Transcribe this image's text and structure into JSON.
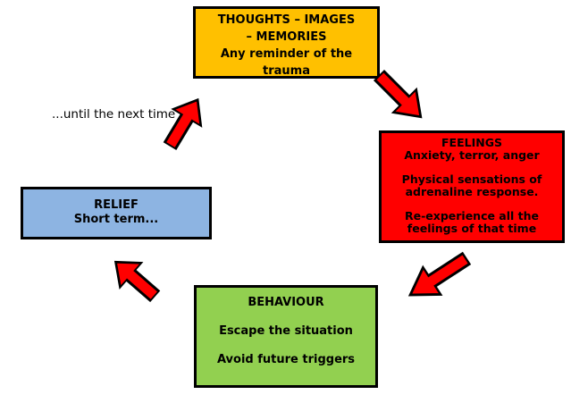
{
  "diagram": {
    "title_semantic": "trauma-response-cycle",
    "boxes": {
      "thoughts": {
        "title": "THOUGHTS – IMAGES – MEMORIES",
        "body": "Any reminder of the trauma",
        "color": "#FFC000"
      },
      "feelings": {
        "title": "FEELINGS",
        "lines": [
          "Anxiety, terror, anger",
          "Physical sensations of adrenaline response.",
          "Re-experience all the feelings of that time"
        ],
        "color": "#FF0000"
      },
      "behaviour": {
        "title": "BEHAVIOUR",
        "lines": [
          "Escape the situation",
          "Avoid future triggers"
        ],
        "color": "#92D050"
      },
      "relief": {
        "title": "RELIEF",
        "body": "Short term...",
        "color": "#8DB4E2"
      }
    },
    "annotation": "...until the next time",
    "arrow_color": "#FF0000",
    "arrow_outline_color": "#000000",
    "border_color": "#000000"
  }
}
